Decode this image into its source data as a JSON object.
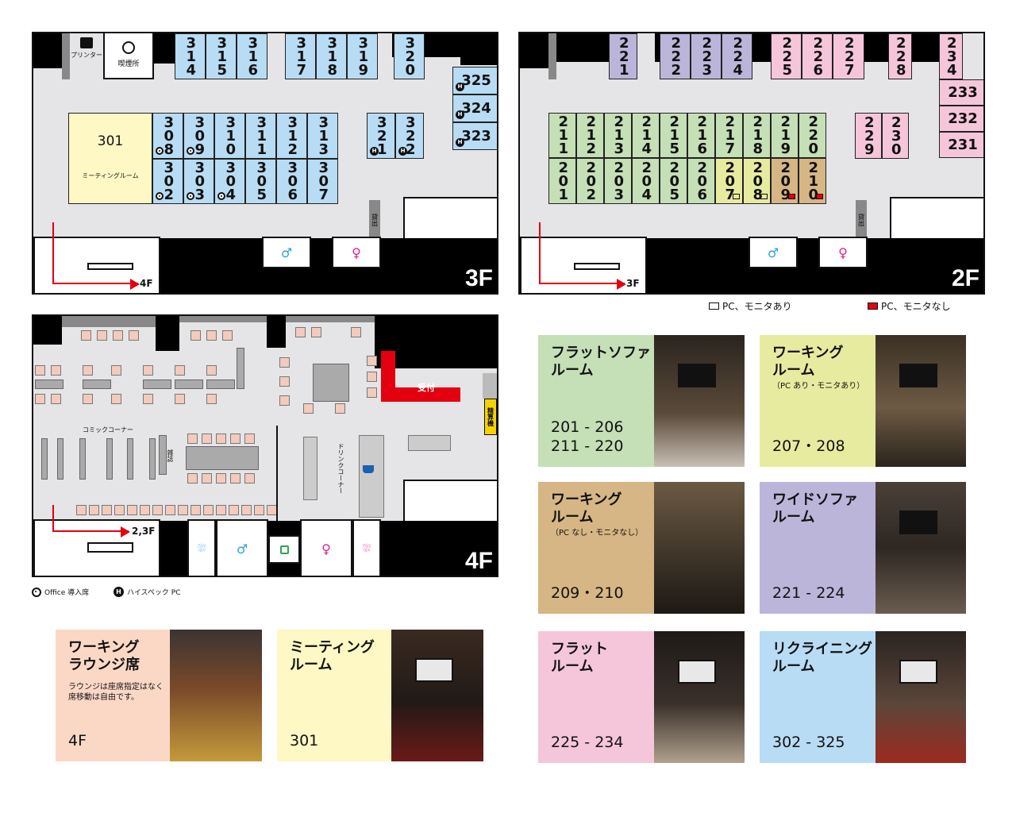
{
  "floor3": {
    "label": "3F",
    "printer": "プリンター",
    "smoking": "喫煙所",
    "lending": "貸出",
    "stairs_to": "4F",
    "meeting_room": {
      "number": "301",
      "label": "ミーティングルーム"
    },
    "top_rooms": [
      "314",
      "315",
      "316",
      "317",
      "318",
      "319",
      "320"
    ],
    "upper_block": [
      "308",
      "309",
      "310",
      "311",
      "312",
      "313"
    ],
    "lower_block": [
      "302",
      "303",
      "304",
      "305",
      "306",
      "307"
    ],
    "mid_rooms": [
      "321",
      "322"
    ],
    "right_rooms": [
      "325",
      "324",
      "323"
    ]
  },
  "floor2": {
    "label": "2F",
    "lending": "貸出",
    "stairs_to": "3F",
    "top_rooms": [
      "221",
      "222",
      "223",
      "224",
      "225",
      "226",
      "227",
      "228",
      "234"
    ],
    "right_rooms": [
      "233",
      "232",
      "231"
    ],
    "upper_block": [
      "211",
      "212",
      "213",
      "214",
      "215",
      "216",
      "217",
      "218",
      "219",
      "220"
    ],
    "lower_block": [
      "201",
      "202",
      "203",
      "204",
      "205",
      "206",
      "207",
      "208",
      "209",
      "210"
    ],
    "side_rooms": [
      "229",
      "230"
    ]
  },
  "pc_legend": {
    "with": "PC、モニタあり",
    "without": "PC、モニタなし"
  },
  "floor4": {
    "label": "4F",
    "reception": "受付",
    "checkout": "精算機",
    "comic_corner": "コミックコーナー",
    "magazines": "雑誌",
    "drink_corner": "ドリンクコーナー",
    "stairs_to": "2,3F"
  },
  "seat_legend": {
    "office": "Office 導入席",
    "highspec": "ハイスペック PC"
  },
  "cards": [
    {
      "title": "フラットソファ\nルーム",
      "sub": "",
      "range": "201 - 206\n211 - 220",
      "color": "#c5dfb6"
    },
    {
      "title": "ワーキング\nルーム",
      "sub": "（PC あり・モニタあり）",
      "range": "207・208",
      "color": "#e7eb9f"
    },
    {
      "title": "ワーキング\nルーム",
      "sub": "（PC なし・モニタなし）",
      "range": "209・210",
      "color": "#d6b684"
    },
    {
      "title": "ワイドソファ\nルーム",
      "sub": "",
      "range": "221 - 224",
      "color": "#bcb5da"
    },
    {
      "title": "フラット\nルーム",
      "sub": "",
      "range": "225 - 234",
      "color": "#f5c6d9"
    },
    {
      "title": "リクライニング\nルーム",
      "sub": "",
      "range": "302 - 325",
      "color": "#b8dcf4"
    },
    {
      "title": "ワーキング\nラウンジ席",
      "sub": "ラウンジは座席指定はなく\n席移動は自由です。",
      "range": "4F",
      "color": "#fbd8c6"
    },
    {
      "title": "ミーティング\nルーム",
      "sub": "",
      "range": "301",
      "color": "#fdf8c4"
    }
  ]
}
